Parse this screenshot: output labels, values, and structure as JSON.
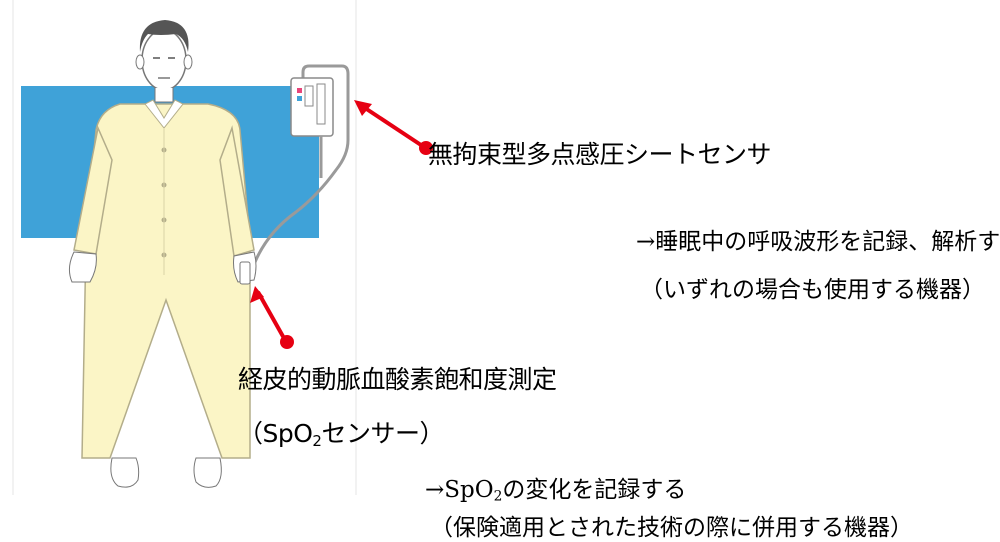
{
  "sheet_sensor": {
    "title": "無拘束型多点感圧シートセンサ",
    "description": "→睡眠中の呼吸波形を記録、解析する",
    "note": "（いずれの場合も使用する機器）"
  },
  "spo2_sensor": {
    "title": "経皮的動脈血酸素飽和度測定",
    "subtitle_prefix": "（SpO",
    "subtitle_sub": "2",
    "subtitle_suffix": "センサー）",
    "description_prefix": "→SpO",
    "description_sub": "2",
    "description_suffix": "の変化を記録する",
    "note": "（保険適用とされた技術の際に併用する機器）"
  },
  "colors": {
    "sheet": "#3fa2d8",
    "pajama": "#fbf5c6",
    "arrow": "#e60012",
    "skin": "#ffffff",
    "outline": "#8a8a8a"
  }
}
